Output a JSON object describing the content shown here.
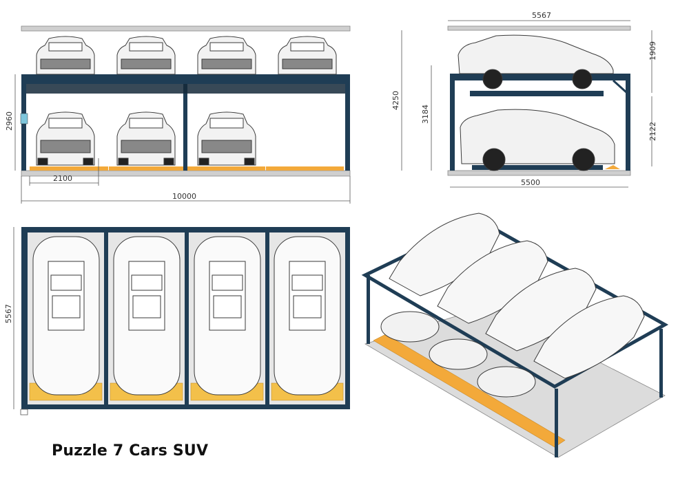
{
  "caption": "Puzzle 7 Cars SUV",
  "colors": {
    "frame": "#1f3d55",
    "frame_dark": "#15293a",
    "platform_yellow": "#f3a93a",
    "concrete": "#cfcfcf",
    "car_body": "#f2f2f2",
    "car_line": "#3a3a3a",
    "dimension_line": "#555555"
  },
  "front_view": {
    "label": "front-elevation",
    "upper_level_cars": 4,
    "lower_level_cars": 3,
    "empty_bays": 1,
    "dimensions": {
      "height": "2960",
      "bay_width": "2100",
      "total_width": "10000"
    }
  },
  "side_view": {
    "label": "side-elevation",
    "cars": 2,
    "dimensions": {
      "top_length": "5567",
      "bottom_length": "5500",
      "total_height": "4250",
      "upper_platform_height": "3184",
      "upper_clearance": "1909",
      "lower_clearance": "2122"
    }
  },
  "top_view": {
    "label": "plan-view",
    "cars": 4,
    "dimensions": {
      "depth": "5567"
    }
  },
  "iso_view": {
    "label": "isometric-view",
    "upper_level_cars": 4,
    "lower_level_cars": 3
  }
}
